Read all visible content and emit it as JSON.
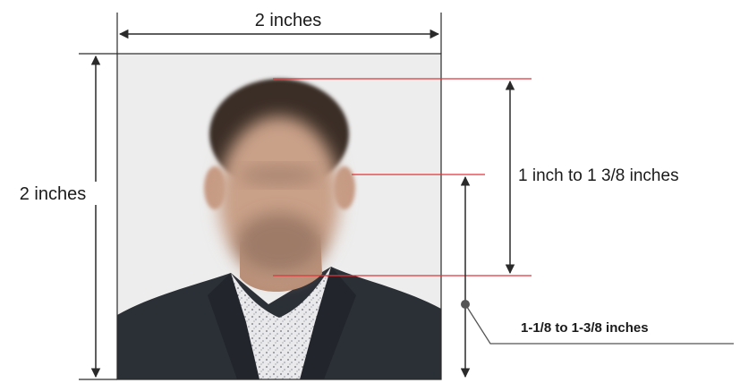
{
  "dimensions": {
    "width_label": "2 inches",
    "height_label": "2 inches",
    "head_height_label": "1 inch to 1 3/8 inches",
    "eye_height_label": "1-1/8 to 1-3/8 inches"
  },
  "colors": {
    "dimension_line": "#2a2a2a",
    "guide_line": "#e0353a",
    "photo_background": "#ededed",
    "jacket": "#2b2f36",
    "skin": "#c9a088",
    "hair": "#3b2f27"
  },
  "icons": {
    "photo": "portrait-photo",
    "leader_dot": "leader-dot"
  }
}
